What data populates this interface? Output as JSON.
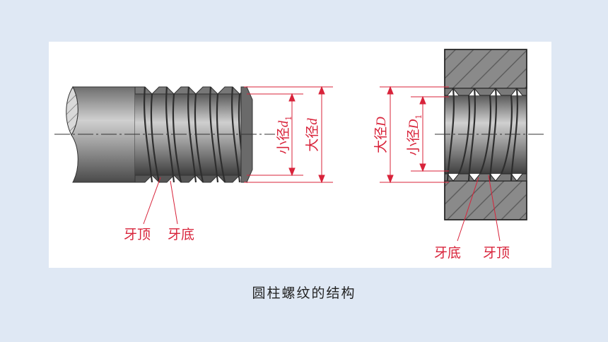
{
  "diagram": {
    "caption": "圆柱螺纹的结构",
    "external_thread": {
      "minor_diameter": {
        "text": "小径",
        "symbol": "d",
        "subscript": "1"
      },
      "major_diameter": {
        "text": "大径",
        "symbol": "d"
      },
      "crest_label": "牙顶",
      "root_label": "牙底"
    },
    "internal_thread": {
      "major_diameter": {
        "text": "大径",
        "symbol": "D"
      },
      "minor_diameter": {
        "text": "小径",
        "symbol": "D",
        "subscript": "1"
      },
      "root_label": "牙底",
      "crest_label": "牙顶"
    }
  },
  "colors": {
    "annotation": "#d8233a",
    "metal_dark": "#555555",
    "metal_light": "#bdbdbd",
    "background": "#dfe8f4"
  }
}
